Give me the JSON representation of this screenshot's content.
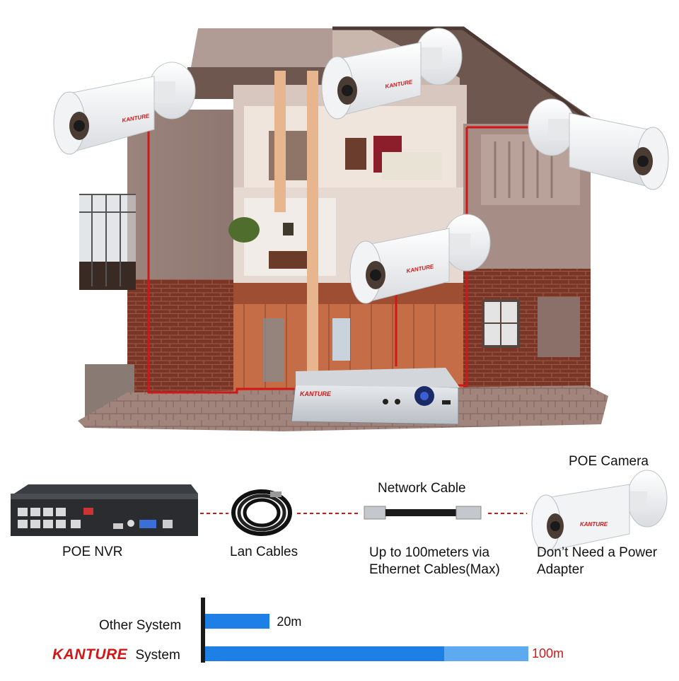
{
  "colors": {
    "accent_red": "#d01818",
    "bar_dark": "#1e7fe6",
    "bar_light": "#5eaaf0",
    "axis": "#1a1a1a"
  },
  "house": {
    "camera_brand": "KANTURE",
    "nvr_brand": "KANTURE"
  },
  "diagram": {
    "nvr_label": "POE NVR",
    "lan_label": "Lan Cables",
    "network_cable_title": "Network Cable",
    "network_cable_desc_1": "Up to 100meters via",
    "network_cable_desc_2": "Ethernet Cables(Max)",
    "camera_title": "POE Camera",
    "camera_desc_1": "Don’t Need a Power",
    "camera_desc_2": "Adapter"
  },
  "comparison": {
    "other_label": "Other System",
    "brand_word": "KANTURE",
    "brand_suffix": "System",
    "other_value_label": "20m",
    "kanture_value_label": "100m"
  },
  "chart_data": {
    "type": "bar",
    "orientation": "horizontal",
    "categories": [
      "Other System",
      "KANTURE System"
    ],
    "values": [
      20,
      100
    ],
    "value_labels": [
      "20m",
      "100m"
    ],
    "xlim": [
      0,
      100
    ]
  }
}
